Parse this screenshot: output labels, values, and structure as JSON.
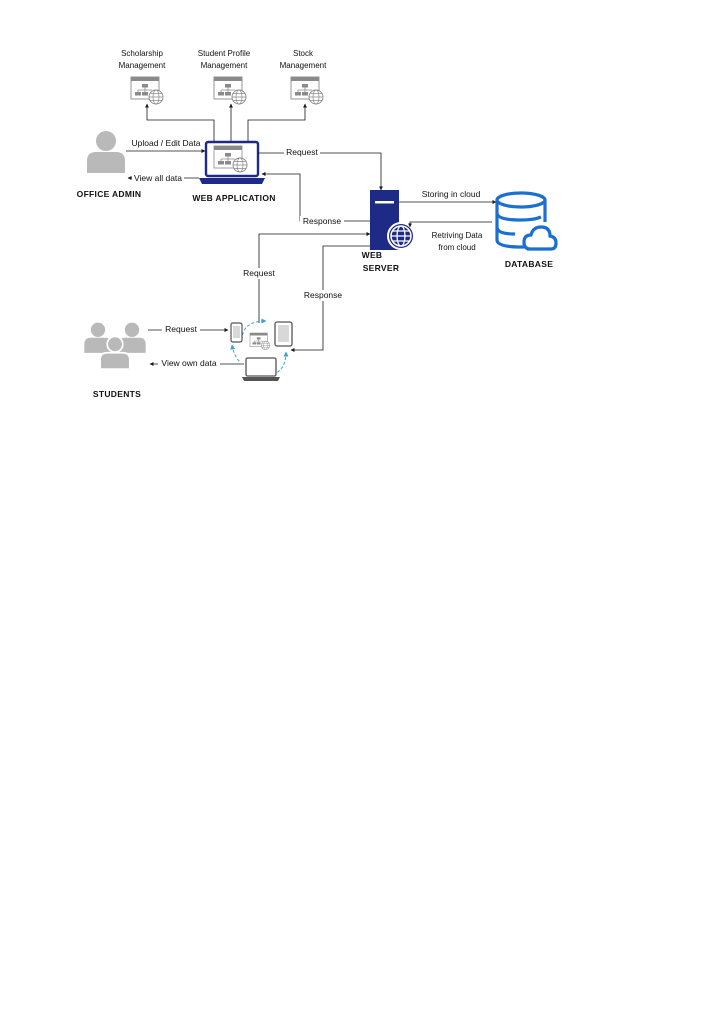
{
  "modules": [
    {
      "id": "scholarship",
      "line1": "Scholarship",
      "line2": "Management"
    },
    {
      "id": "student-profile",
      "line1": "Student Profile",
      "line2": "Management"
    },
    {
      "id": "stock",
      "line1": "Stock",
      "line2": "Management"
    }
  ],
  "nodes": {
    "office_admin": "OFFICE ADMIN",
    "web_application": "WEB APPLICATION",
    "web_server_line1": "WEB",
    "web_server_line2": "SERVER",
    "database": "DATABASE",
    "students": "STUDENTS"
  },
  "edges": {
    "upload_edit": "Upload / Edit Data",
    "view_all": "View all data",
    "app_request": "Request",
    "app_response": "Response",
    "storing": "Storing in cloud",
    "retrieving_line1": "Retriving Data",
    "retrieving_line2": "from cloud",
    "devices_request": "Request",
    "devices_response": "Response",
    "students_request": "Request",
    "students_view": "View own data"
  },
  "colors": {
    "navy": "#1d2a86",
    "azure": "#1a6fd1",
    "gray_person": "#b9b9b9",
    "gray_icon": "#8a8a8a",
    "cyan_arrow": "#3aa0d0"
  }
}
